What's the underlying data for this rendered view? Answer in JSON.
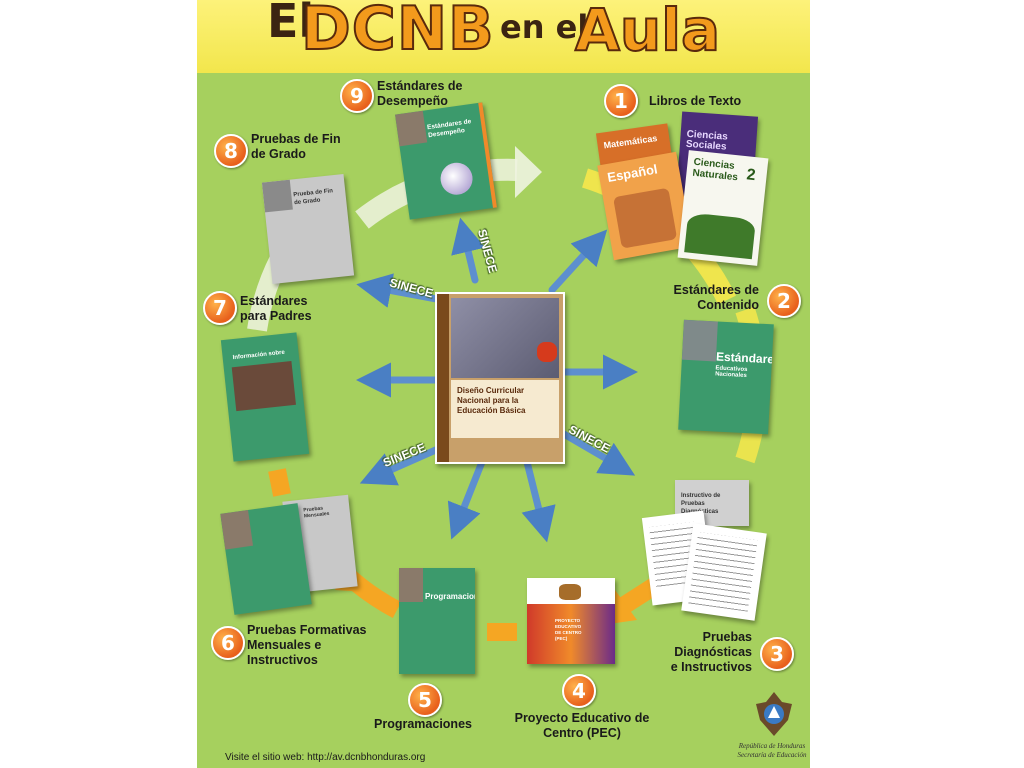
{
  "title": {
    "el": "El",
    "dcnb": "DCNB",
    "en_el": "en el",
    "aula": "Aula"
  },
  "colors": {
    "background": "#a6d05e",
    "banner": "#f2e64c",
    "title_orange": "#f39a1c",
    "arrow_blue": "#5d8fcf",
    "ring_orange": "#f5a623",
    "ring_yellow": "#f2e64c",
    "ring_white": "#eef3e0"
  },
  "steps": [
    {
      "number": "1",
      "label": "Libros de Texto"
    },
    {
      "number": "2",
      "label": "Estándares de\nContenido"
    },
    {
      "number": "3",
      "label": "Pruebas\nDiagnósticas\ne Instructivos"
    },
    {
      "number": "4",
      "label": "Proyecto Educativo de\nCentro (PEC)"
    },
    {
      "number": "5",
      "label": "Programaciones"
    },
    {
      "number": "6",
      "label": "Pruebas Formativas\nMensuales e\nInstructivos"
    },
    {
      "number": "7",
      "label": "Estándares\npara Padres"
    },
    {
      "number": "8",
      "label": "Pruebas de Fin\nde Grado"
    },
    {
      "number": "9",
      "label": "Estándares de\nDesempeño"
    }
  ],
  "books": {
    "center": {
      "line1": "Diseño Curricular",
      "line2": "Nacional para la",
      "line3": "Educación Básica"
    },
    "matematicas": "Matemáticas",
    "sociales": "Ciencias Sociales",
    "espanol": "Español",
    "naturales": "Ciencias Naturales",
    "naturales_num": "2",
    "estandares_contenido": "Estándares",
    "estandares_contenido_sub": "Educativos Nacionales",
    "instructivo": "Instructivo de Pruebas Diagnósticas",
    "pec": "PROYECTO EDUCATIVO DE CENTRO (PEC)",
    "programaciones": "Programaciones",
    "pruebas_mensuales": "Pruebas Mensuales",
    "informacion": "Información sobre",
    "prueba_fin": "Prueba de Fin de Grado",
    "estandares_desempeno": "Estándares de Desempeño"
  },
  "sinece_label": "SINECE",
  "footer": "Visite el sitio web: http://av.dcnbhonduras.org",
  "seal_text": "República de Honduras\nSecretaría de Educación"
}
